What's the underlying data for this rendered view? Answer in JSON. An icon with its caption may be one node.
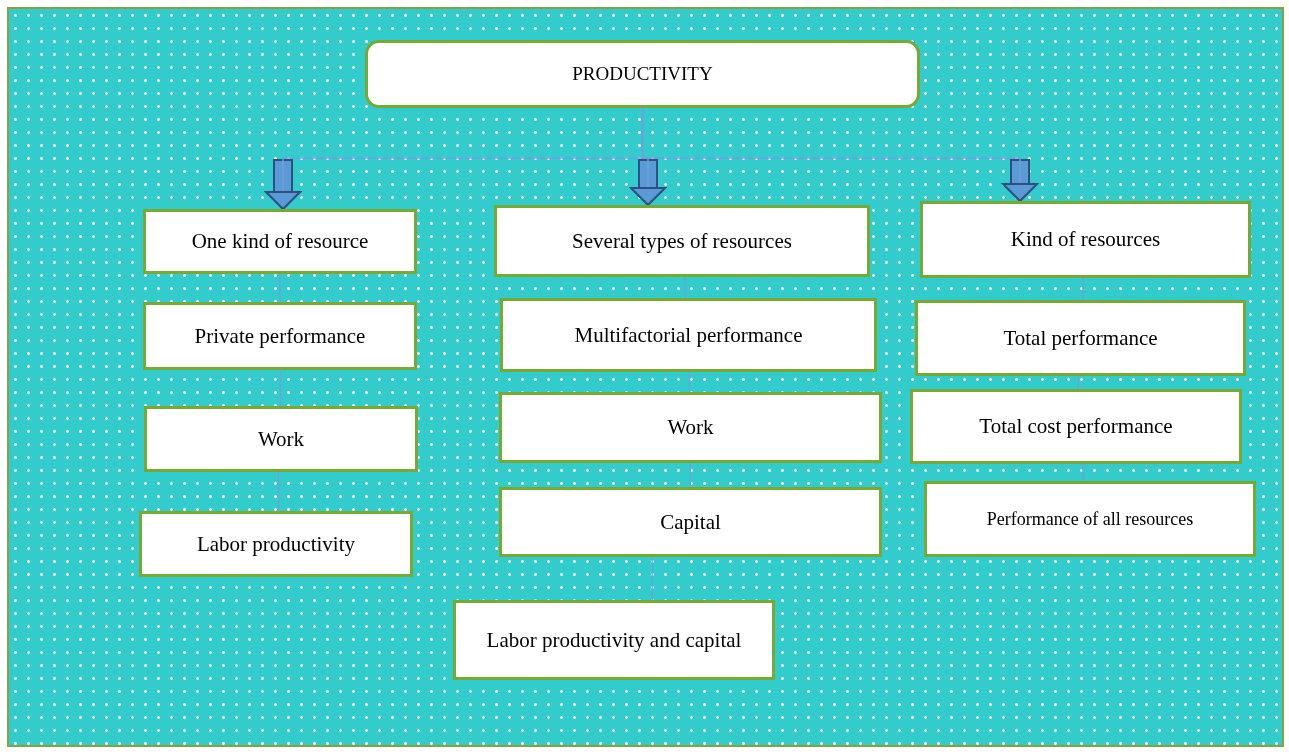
{
  "diagram": {
    "nodes": [
      {
        "text": [
          "PRODUCTIVITY"
        ]
      },
      {
        "text": [
          "One kind of resource"
        ]
      },
      {
        "text": [
          "Private performance"
        ]
      },
      {
        "text": [
          "Work"
        ]
      },
      {
        "text": [
          "Labor productivity"
        ]
      },
      {
        "text": [
          "Several types of resources"
        ]
      },
      {
        "text": [
          "Multifactorial performance"
        ]
      },
      {
        "text": [
          "Work"
        ]
      },
      {
        "text": [
          "Capital"
        ]
      },
      {
        "text": [
          "Labor productivity and capital"
        ]
      },
      {
        "text": [
          "Kind of resources"
        ]
      },
      {
        "text": [
          "Total performance"
        ]
      },
      {
        "text": [
          "Total cost performance"
        ]
      },
      {
        "text": [
          "Performance of all resources"
        ]
      }
    ],
    "edges": [
      {
        "from": 0,
        "to": 1,
        "arrow": "to"
      },
      {
        "from": 0,
        "to": 5,
        "arrow": "to"
      },
      {
        "from": 0,
        "to": 10,
        "arrow": "to"
      },
      {
        "from": 1,
        "to": 2,
        "arrow": "none"
      },
      {
        "from": 2,
        "to": 3,
        "arrow": "none"
      },
      {
        "from": 3,
        "to": 4,
        "arrow": "none"
      },
      {
        "from": 5,
        "to": 6,
        "arrow": "none"
      },
      {
        "from": 6,
        "to": 7,
        "arrow": "none"
      },
      {
        "from": 7,
        "to": 8,
        "arrow": "none"
      },
      {
        "from": 8,
        "to": 9,
        "arrow": "none"
      },
      {
        "from": 10,
        "to": 11,
        "arrow": "none"
      },
      {
        "from": 11,
        "to": 12,
        "arrow": "none"
      },
      {
        "from": 12,
        "to": 13,
        "arrow": "none"
      }
    ]
  }
}
